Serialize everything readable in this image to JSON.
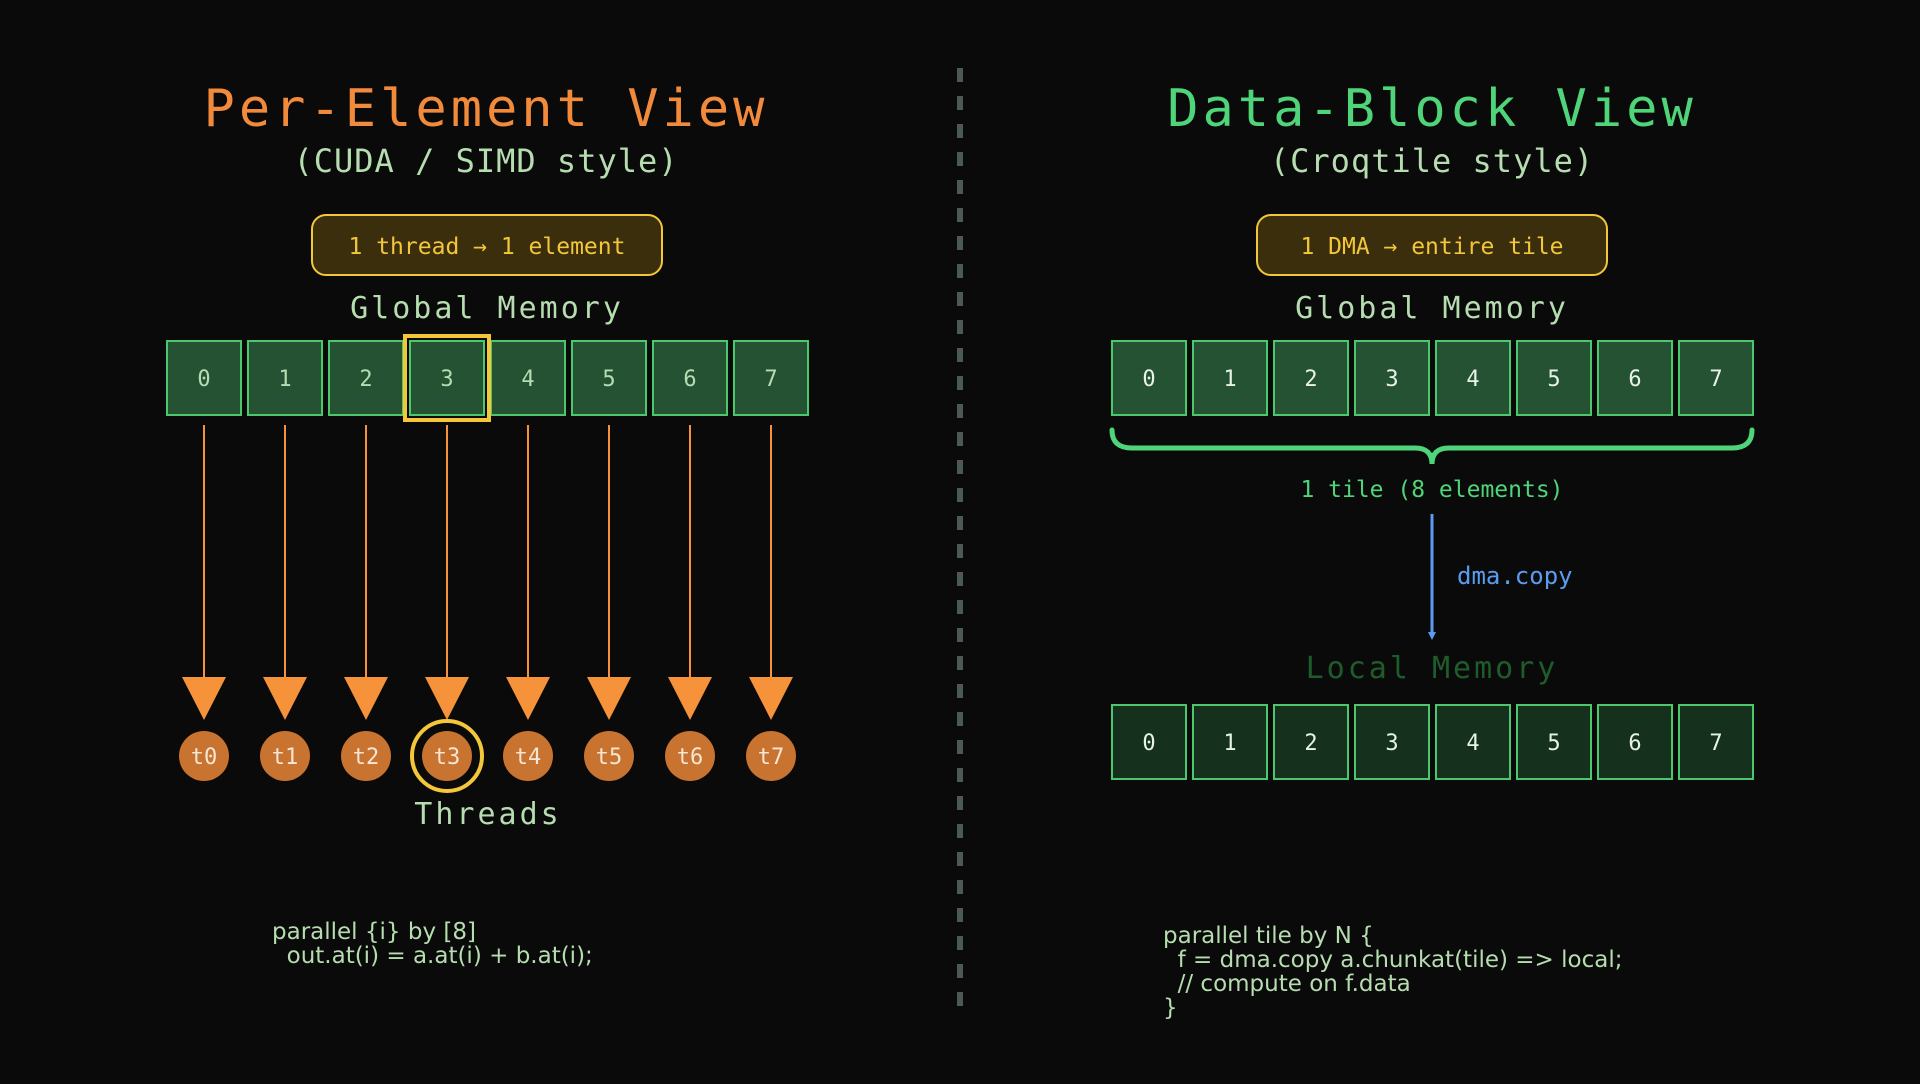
{
  "colors": {
    "background": "#0a0a0a",
    "left_accent": "#f28a3c",
    "right_accent": "#4fd47a",
    "muted_text": "#b6ddb0",
    "cell_fill": "#245233",
    "cell_fill_local": "#15301c",
    "cell_border": "#4bc76c",
    "highlight": "#f4c63a",
    "pill_fill": "#3a2e0c",
    "thread_fill": "#c8732f",
    "arrow": "#f5923a",
    "dma_arrow": "#5b9cf0",
    "local_label": "#1f5c2c",
    "divider": "#4b5a55"
  },
  "left": {
    "title": "Per-Element View",
    "subtitle": "(CUDA / SIMD style)",
    "pill": "1 thread → 1 element",
    "memory_label": "Global Memory",
    "cells": [
      "0",
      "1",
      "2",
      "3",
      "4",
      "5",
      "6",
      "7"
    ],
    "highlight_index": 3,
    "threads": [
      "t0",
      "t1",
      "t2",
      "t3",
      "t4",
      "t5",
      "t6",
      "t7"
    ],
    "threads_label": "Threads",
    "code": "parallel {i} by [8]\n  out.at(i) = a.at(i) + b.at(i);"
  },
  "right": {
    "title": "Data-Block View",
    "subtitle": "(Croqtile style)",
    "pill": "1 DMA → entire tile",
    "memory_label": "Global Memory",
    "cells": [
      "0",
      "1",
      "2",
      "3",
      "4",
      "5",
      "6",
      "7"
    ],
    "brace_label": "1 tile (8 elements)",
    "arrow_label": "dma.copy",
    "local_label": "Local Memory",
    "local_cells": [
      "0",
      "1",
      "2",
      "3",
      "4",
      "5",
      "6",
      "7"
    ],
    "code": "parallel tile by N {\n  f = dma.copy a.chunkat(tile) => local;\n  // compute on f.data\n}"
  }
}
